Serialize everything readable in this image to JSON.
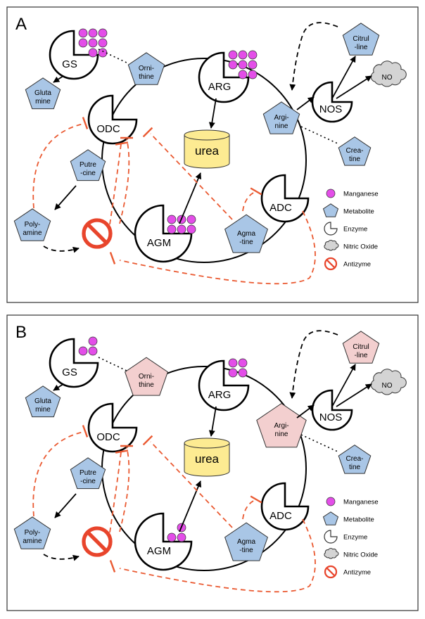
{
  "panels": [
    {
      "id": "A",
      "label": "A",
      "enzymes": {
        "GS": "GS",
        "ODC": "ODC",
        "ARG": "ARG",
        "NOS": "NOS",
        "ADC": "ADC",
        "AGM": "AGM"
      },
      "metabolites": {
        "glutamine": [
          "Gluta",
          "mine"
        ],
        "ornithine": [
          "Orni-",
          "thine"
        ],
        "arginine": [
          "Argi-",
          "nine"
        ],
        "citrulline": [
          "Citrul",
          "-line"
        ],
        "creatine": [
          "Crea-",
          "tine"
        ],
        "putrescine": [
          "Putre",
          "-cine"
        ],
        "polyamine": [
          "Poly-",
          "amine"
        ],
        "agmatine": [
          "Agma",
          "-tine"
        ]
      },
      "urea": "urea",
      "no": "NO",
      "manganese": {
        "GS": 8,
        "ARG": 8,
        "AGM": 6
      },
      "highlighted": [],
      "legend": [
        {
          "icon": "manganese",
          "label": "Manganese"
        },
        {
          "icon": "metabolite",
          "label": "Metabolite"
        },
        {
          "icon": "enzyme",
          "label": "Enzyme"
        },
        {
          "icon": "nitric-oxide",
          "label": "Nitric Oxide"
        },
        {
          "icon": "antizyme",
          "label": "Antizyme"
        }
      ]
    },
    {
      "id": "B",
      "label": "B",
      "enzymes": {
        "GS": "GS",
        "ODC": "ODC",
        "ARG": "ARG",
        "NOS": "NOS",
        "ADC": "ADC",
        "AGM": "AGM"
      },
      "metabolites": {
        "glutamine": [
          "Gluta",
          "mine"
        ],
        "ornithine": [
          "Orni-",
          "thine"
        ],
        "arginine": [
          "Argi-",
          "nine"
        ],
        "citrulline": [
          "Citrul",
          "-line"
        ],
        "creatine": [
          "Crea-",
          "tine"
        ],
        "putrescine": [
          "Putre",
          "-cine"
        ],
        "polyamine": [
          "Poly-",
          "amine"
        ],
        "agmatine": [
          "Agma",
          "-tine"
        ]
      },
      "urea": "urea",
      "no": "NO",
      "manganese": {
        "GS": 3,
        "ARG": 4,
        "AGM": 3
      },
      "highlighted": [
        "ornithine",
        "arginine",
        "citrulline"
      ],
      "legend": [
        {
          "icon": "manganese",
          "label": "Manganese"
        },
        {
          "icon": "metabolite",
          "label": "Metabolite"
        },
        {
          "icon": "enzyme",
          "label": "Enzyme"
        },
        {
          "icon": "nitric-oxide",
          "label": "Nitric Oxide"
        },
        {
          "icon": "antizyme",
          "label": "Antizyme"
        }
      ]
    }
  ],
  "colors": {
    "metabolite": "#a9c6e6",
    "metabolite_highlight": "#f3cfcf",
    "manganese": "#e34ee8",
    "urea": "#fdeb92",
    "inhibition": "#ea5a32",
    "antizyme": "#e8452c",
    "nitric_oxide": "#d4d4d4"
  }
}
